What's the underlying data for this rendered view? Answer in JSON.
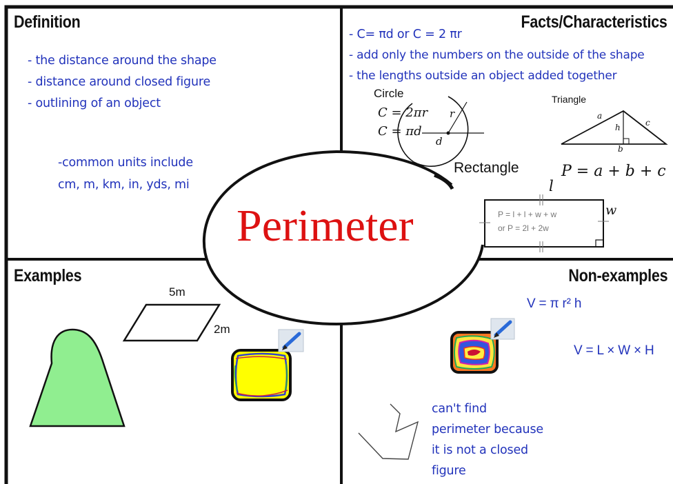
{
  "title": "Perimeter",
  "definition": {
    "heading": "Definition",
    "lines": [
      "- the distance around the shape",
      "- distance around closed figure",
      "- outlining of an object"
    ],
    "units_line1": "-common units include",
    "units_line2": "cm, m, km, in, yds, mi"
  },
  "facts": {
    "heading": "Facts/Characteristics",
    "lines": [
      "- C= πd or C = 2 πr",
      "- add only the numbers on the outside of the shape",
      "- the lengths outside an object added together"
    ],
    "circle": {
      "label": "Circle",
      "formula1": "C = 2πr",
      "formula2": "C = πd",
      "r": "r",
      "d": "d"
    },
    "triangle": {
      "label": "Triangle",
      "a": "a",
      "b": "b",
      "c": "c",
      "h": "h",
      "formula": "P = a + b + c"
    },
    "rectangle": {
      "label": "Rectangle",
      "l": "l",
      "w": "w",
      "formula1": "P = l + l + w + w",
      "formula2": "or P = 2l + 2w"
    }
  },
  "examples": {
    "heading": "Examples",
    "side_top": "5m",
    "side_right": "2m"
  },
  "nonexamples": {
    "heading": "Non-examples",
    "formula1": "V = π r² h",
    "formula2": "V = L × W × H",
    "note": [
      "can't find",
      "perimeter because",
      "it is not a closed",
      "figure"
    ]
  },
  "colors": {
    "title": "#dd1111",
    "handwriting": "#2233bb",
    "green_shape": "#90ee90",
    "yellow_fill": "#ffff00"
  }
}
